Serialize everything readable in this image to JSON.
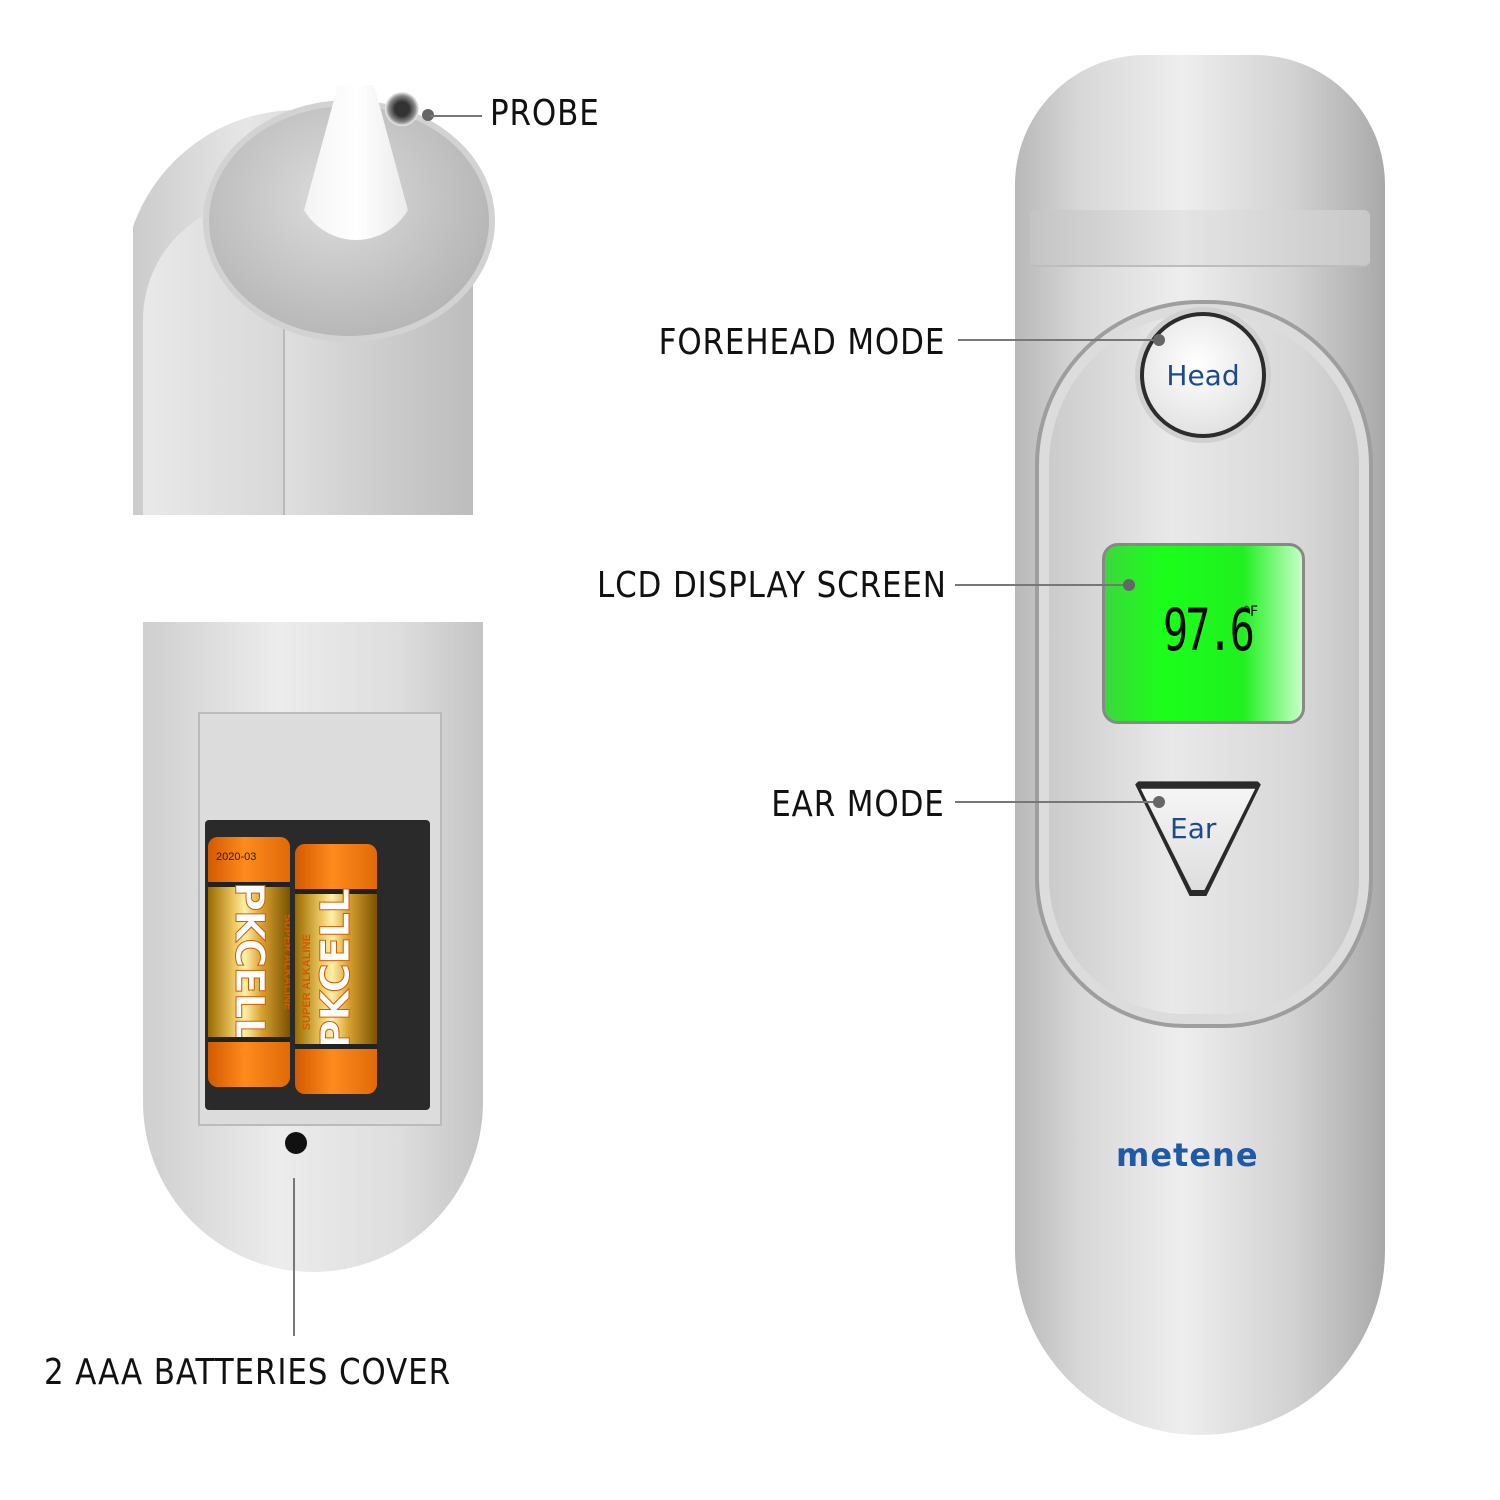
{
  "callouts": {
    "probe": "PROBE",
    "forehead_mode": "FOREHEAD MODE",
    "lcd_display": "LCD DISPLAY SCREEN",
    "ear_mode": "EAR MODE",
    "battery_cover": "2 AAA BATTERIES COVER"
  },
  "device": {
    "brand": "metene",
    "head_button": "Head",
    "ear_button": "Ear",
    "lcd": {
      "temperature": "97.6",
      "unit": "°F",
      "backlight_color": "#1aff1a"
    },
    "brand_color": "#1f5aa8"
  },
  "batteries": [
    {
      "brand": "PKCELL",
      "subtitle": "SUPER ALKALINE",
      "date_code": "2020-03"
    },
    {
      "brand": "PKCELL",
      "subtitle": "SUPER ALKALINE"
    }
  ]
}
